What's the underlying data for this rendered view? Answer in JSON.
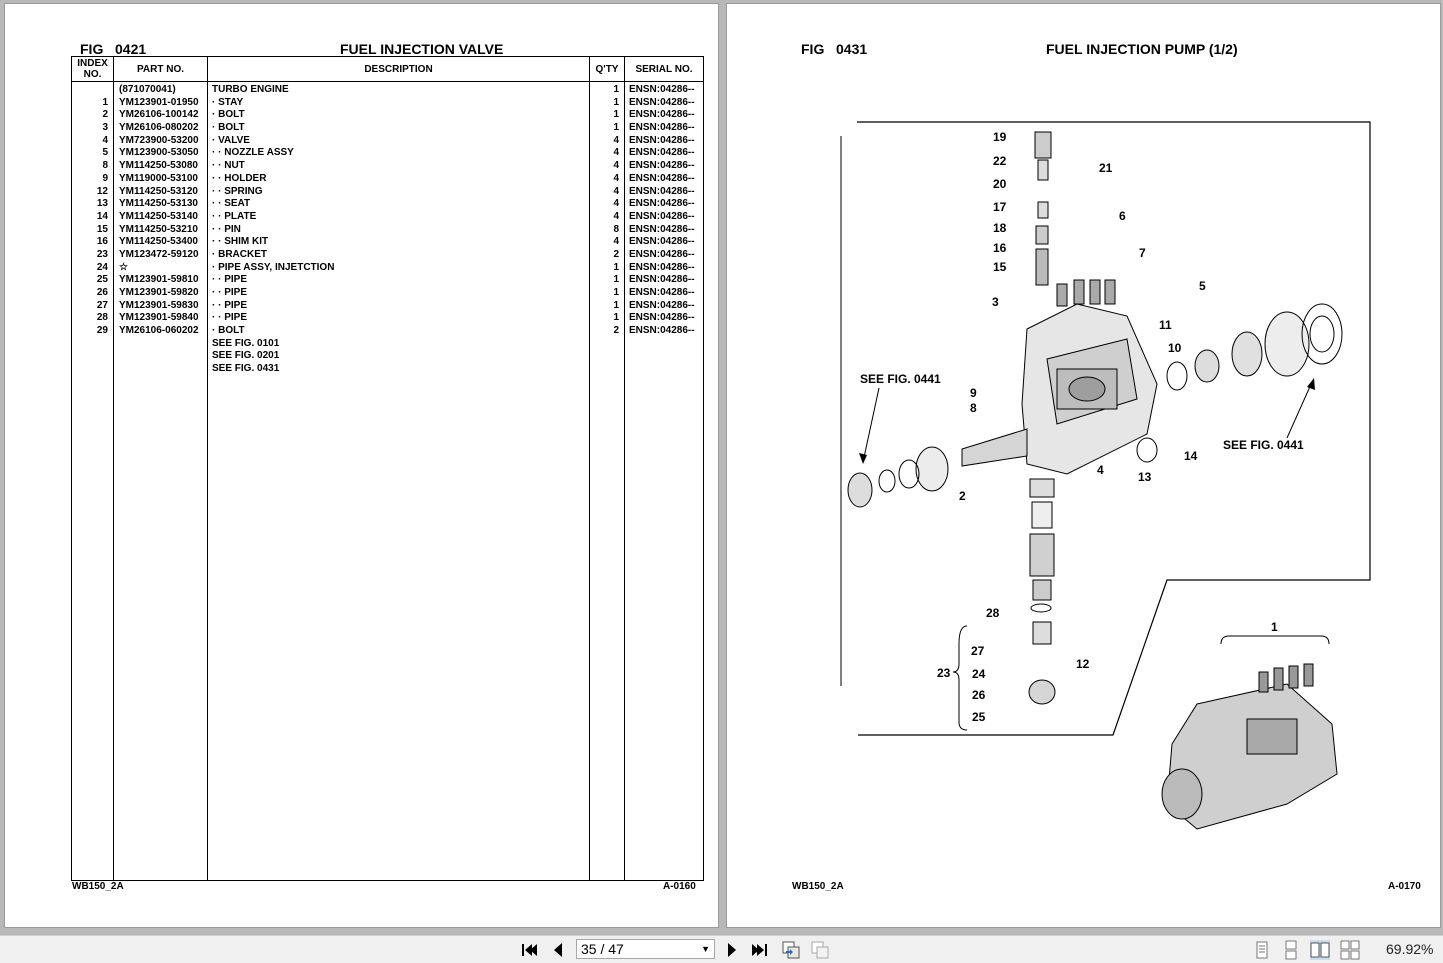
{
  "left_page": {
    "fig_label": "FIG",
    "fig_number": "0421",
    "title": "FUEL INJECTION VALVE",
    "headers": {
      "index": "INDEX NO.",
      "part": "PART NO.",
      "description": "DESCRIPTION",
      "qty": "Q'TY",
      "serial": "SERIAL NO."
    },
    "rows": [
      {
        "index": "",
        "part": "(871070041)",
        "description": "TURBO ENGINE",
        "qty": "1",
        "serial": "ENSN:04286--"
      },
      {
        "index": "1",
        "part": "YM123901-01950",
        "description": "·  STAY",
        "qty": "1",
        "serial": "ENSN:04286--"
      },
      {
        "index": "2",
        "part": "YM26106-100142",
        "description": "·  BOLT",
        "qty": "1",
        "serial": "ENSN:04286--"
      },
      {
        "index": "3",
        "part": "YM26106-080202",
        "description": "·  BOLT",
        "qty": "1",
        "serial": "ENSN:04286--"
      },
      {
        "index": "4",
        "part": "YM723900-53200",
        "description": "·  VALVE",
        "qty": "4",
        "serial": "ENSN:04286--"
      },
      {
        "index": "5",
        "part": "YM123900-53050",
        "description": "·  ·  NOZZLE ASSY",
        "qty": "4",
        "serial": "ENSN:04286--"
      },
      {
        "index": "8",
        "part": "YM114250-53080",
        "description": "·  ·  NUT",
        "qty": "4",
        "serial": "ENSN:04286--"
      },
      {
        "index": "9",
        "part": "YM119000-53100",
        "description": "·  ·  HOLDER",
        "qty": "4",
        "serial": "ENSN:04286--"
      },
      {
        "index": "12",
        "part": "YM114250-53120",
        "description": "·  ·  SPRING",
        "qty": "4",
        "serial": "ENSN:04286--"
      },
      {
        "index": "13",
        "part": "YM114250-53130",
        "description": "·  ·  SEAT",
        "qty": "4",
        "serial": "ENSN:04286--"
      },
      {
        "index": "14",
        "part": "YM114250-53140",
        "description": "·  ·  PLATE",
        "qty": "4",
        "serial": "ENSN:04286--"
      },
      {
        "index": "15",
        "part": "YM114250-53210",
        "description": "·  ·  PIN",
        "qty": "8",
        "serial": "ENSN:04286--"
      },
      {
        "index": "16",
        "part": "YM114250-53400",
        "description": "·  ·  SHIM KIT",
        "qty": "4",
        "serial": "ENSN:04286--"
      },
      {
        "index": "23",
        "part": "YM123472-59120",
        "description": "·  BRACKET",
        "qty": "2",
        "serial": "ENSN:04286--"
      },
      {
        "index": "24",
        "part": "☆",
        "description": "·  PIPE ASSY, INJETCTION",
        "qty": "1",
        "serial": "ENSN:04286--"
      },
      {
        "index": "25",
        "part": "YM123901-59810",
        "description": "·  ·  PIPE",
        "qty": "1",
        "serial": "ENSN:04286--"
      },
      {
        "index": "26",
        "part": "YM123901-59820",
        "description": "·  ·  PIPE",
        "qty": "1",
        "serial": "ENSN:04286--"
      },
      {
        "index": "27",
        "part": "YM123901-59830",
        "description": "·  ·  PIPE",
        "qty": "1",
        "serial": "ENSN:04286--"
      },
      {
        "index": "28",
        "part": "YM123901-59840",
        "description": "·  ·  PIPE",
        "qty": "1",
        "serial": "ENSN:04286--"
      },
      {
        "index": "29",
        "part": "YM26106-060202",
        "description": "·  BOLT",
        "qty": "2",
        "serial": "ENSN:04286--"
      },
      {
        "index": "",
        "part": "",
        "description": "SEE FIG. 0101",
        "qty": "",
        "serial": ""
      },
      {
        "index": "",
        "part": "",
        "description": "SEE FIG. 0201",
        "qty": "",
        "serial": ""
      },
      {
        "index": "",
        "part": "",
        "description": "SEE FIG. 0431",
        "qty": "",
        "serial": ""
      }
    ],
    "footer_left": "WB150_2A",
    "footer_right": "A-0160"
  },
  "right_page": {
    "fig_label": "FIG",
    "fig_number": "0431",
    "title": "FUEL INJECTION PUMP (1/2)",
    "callouts": [
      "19",
      "22",
      "20",
      "17",
      "18",
      "16",
      "15",
      "21",
      "6",
      "7",
      "5",
      "3",
      "11",
      "10",
      "9",
      "8",
      "4",
      "13",
      "14",
      "2",
      "28",
      "27",
      "24",
      "26",
      "25",
      "23",
      "12",
      "1"
    ],
    "see_fig_left": "SEE FIG. 0441",
    "see_fig_right": "SEE FIG. 0441",
    "footer_left": "WB150_2A",
    "footer_right": "A-0170"
  },
  "toolbar": {
    "page_indicator": "35 / 47",
    "zoom": "69.92%",
    "icons": [
      "first-page-icon",
      "prev-page-icon",
      "next-page-icon",
      "last-page-icon",
      "copy-icon",
      "paste-icon",
      "single-page-view-icon",
      "continuous-view-icon",
      "two-page-view-icon",
      "two-page-continuous-view-icon"
    ]
  }
}
